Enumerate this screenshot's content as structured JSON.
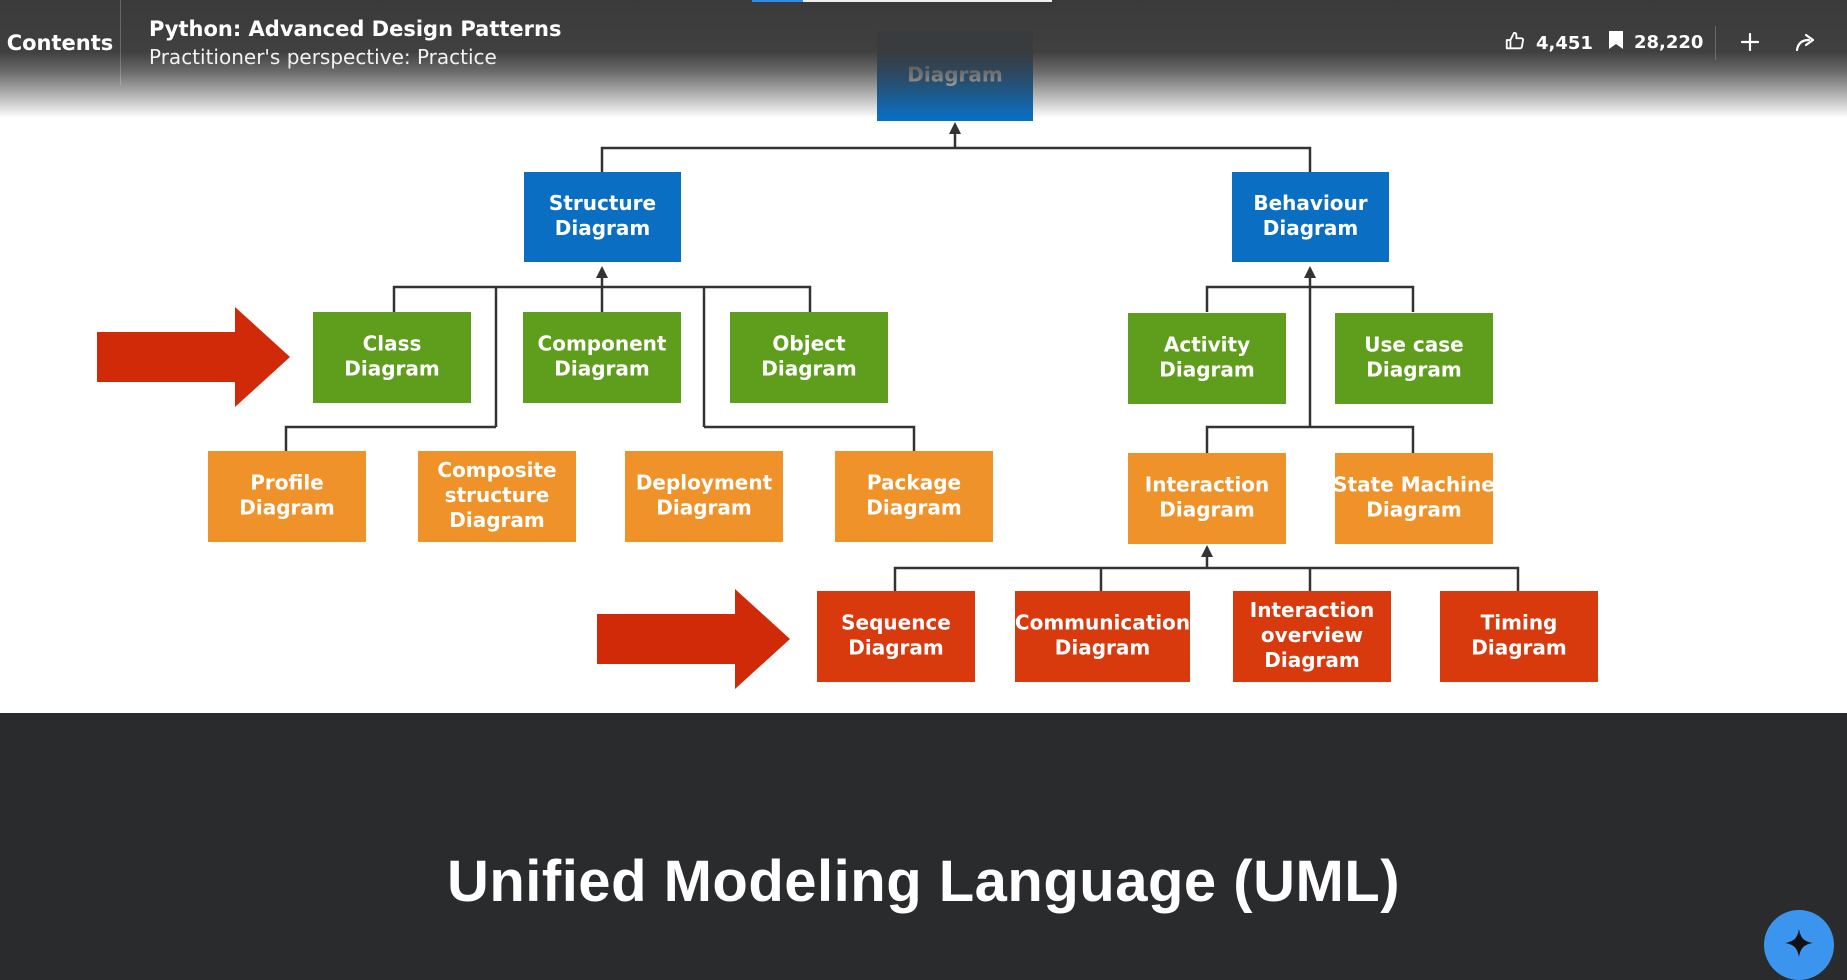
{
  "topbar": {
    "contents_label": "Contents",
    "course_title": "Python: Advanced Design Patterns",
    "lesson_title": "Practitioner's perspective: Practice",
    "likes": "4,451",
    "saves": "28,220",
    "progress_fraction": 0.17
  },
  "slide": {
    "caption": "Unified Modeling Language (UML)",
    "nodes": {
      "root": [
        "Diagram"
      ],
      "structure": [
        "Structure",
        "Diagram"
      ],
      "behaviour": [
        "Behaviour",
        "Diagram"
      ],
      "class": [
        "Class",
        "Diagram"
      ],
      "component": [
        "Component",
        "Diagram"
      ],
      "object": [
        "Object",
        "Diagram"
      ],
      "activity": [
        "Activity",
        "Diagram"
      ],
      "usecase": [
        "Use case",
        "Diagram"
      ],
      "profile": [
        "Profile",
        "Diagram"
      ],
      "composite": [
        "Composite",
        "structure",
        "Diagram"
      ],
      "deployment": [
        "Deployment",
        "Diagram"
      ],
      "package": [
        "Package",
        "Diagram"
      ],
      "interaction": [
        "Interaction",
        "Diagram"
      ],
      "statemachine": [
        "State Machine",
        "Diagram"
      ],
      "sequence": [
        "Sequence",
        "Diagram"
      ],
      "communication": [
        "Communication",
        "Diagram"
      ],
      "overview": [
        "Interaction",
        "overview",
        "Diagram"
      ],
      "timing": [
        "Timing",
        "Diagram"
      ]
    }
  },
  "colors": {
    "blue": "#0a6fc2",
    "green": "#5e9e1c",
    "orange": "#f0922a",
    "red": "#d83a0e",
    "arrow": "#d02a08",
    "line": "#333333",
    "accent": "#3b95ef"
  },
  "icons": {
    "like": "thumbs-up-icon",
    "save": "bookmark-icon",
    "add": "plus-icon",
    "share": "share-icon",
    "ai": "sparkle-icon"
  }
}
